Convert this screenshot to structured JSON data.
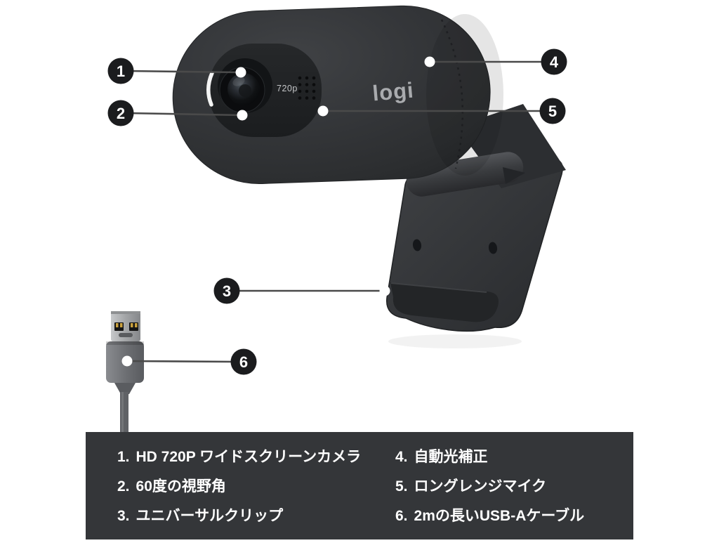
{
  "product_diagram": {
    "brand_logo": "logi",
    "lens_label": "720p"
  },
  "callouts": [
    {
      "number": "1"
    },
    {
      "number": "2"
    },
    {
      "number": "3"
    },
    {
      "number": "4"
    },
    {
      "number": "5"
    },
    {
      "number": "6"
    }
  ],
  "legend": {
    "items": [
      {
        "prefix": "1.",
        "label": "HD 720P ワイドスクリーンカメラ"
      },
      {
        "prefix": "2.",
        "label": "60度の視野角"
      },
      {
        "prefix": "3.",
        "label": "ユニバーサルクリップ"
      },
      {
        "prefix": "4.",
        "label": "自動光補正"
      },
      {
        "prefix": "5.",
        "label": "ロングレンジマイク"
      },
      {
        "prefix": "6.",
        "label": "2mの長いUSB-Aケーブル"
      }
    ]
  },
  "colors": {
    "background": "#ffffff",
    "legend_background": "#343639",
    "legend_text": "#ffffff",
    "callout_circle": "#1b1c1e",
    "callout_line": "#4a4a4a",
    "device_body": "#333538"
  }
}
